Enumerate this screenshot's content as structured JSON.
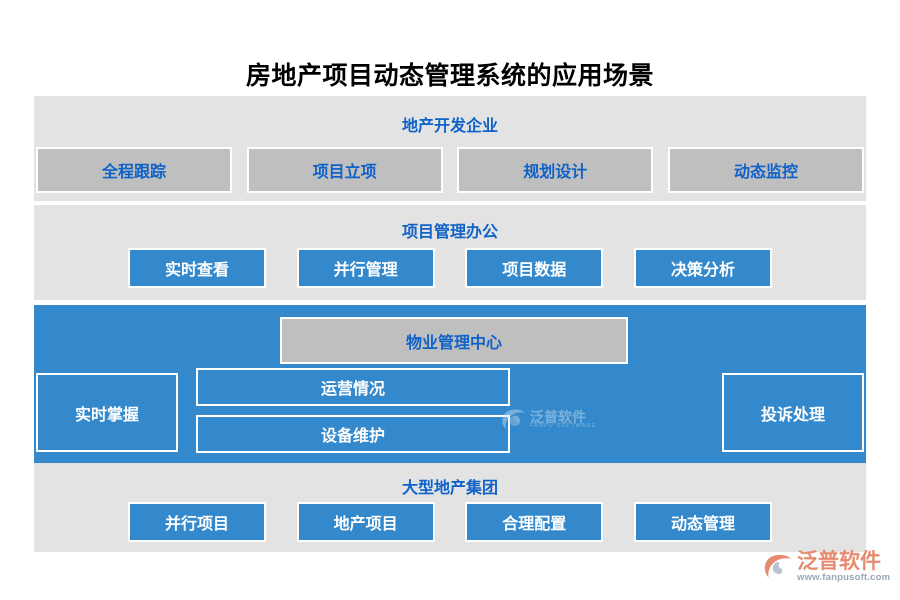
{
  "page": {
    "title": "房地产项目动态管理系统的应用场景",
    "accent_blue": "#3389cb",
    "header_text_blue": "#0f62c8",
    "band_gray": "#e3e3e3",
    "box_gray": "#bfbfbf"
  },
  "sections": [
    {
      "id": "real-estate-development-enterprise",
      "header": "地产开发企业",
      "style": "gray",
      "boxes": [
        {
          "label": "全程跟踪"
        },
        {
          "label": "项目立项"
        },
        {
          "label": "规划设计"
        },
        {
          "label": "动态监控"
        }
      ]
    },
    {
      "id": "project-management-office",
      "header": "项目管理办公",
      "style": "gray",
      "boxes": [
        {
          "label": "实时查看"
        },
        {
          "label": "并行管理"
        },
        {
          "label": "项目数据"
        },
        {
          "label": "决策分析"
        }
      ]
    },
    {
      "id": "property-management-center",
      "header": "物业管理中心",
      "style": "blue",
      "left_box": "实时掌握",
      "middle_boxes": [
        {
          "label": "运营情况"
        },
        {
          "label": "设备维护"
        }
      ],
      "right_box": "投诉处理"
    },
    {
      "id": "large-real-estate-group",
      "header": "大型地产集团",
      "style": "gray",
      "boxes": [
        {
          "label": "并行项目"
        },
        {
          "label": "地产项目"
        },
        {
          "label": "合理配置"
        },
        {
          "label": "动态管理"
        }
      ]
    }
  ],
  "watermark": {
    "brand_cn": "泛普软件",
    "brand_en": "FANPU SOFTWARE"
  },
  "logo": {
    "brand_cn": "泛普软件",
    "url": "www.fanpusoft.com"
  }
}
